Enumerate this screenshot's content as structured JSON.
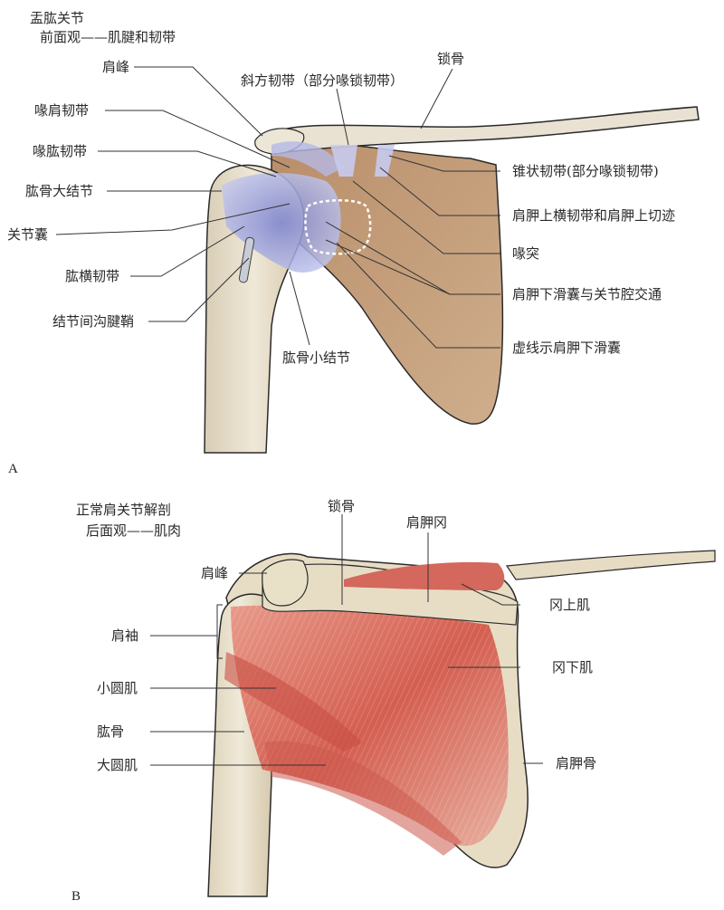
{
  "panel_a": {
    "letter": "A",
    "title_line1": "盂肱关节",
    "title_line2": "前面观——肌腱和韧带",
    "labels": {
      "acromion": "肩峰",
      "oblique_ligament": "斜方韧带（部分喙锁韧带）",
      "clavicle": "锁骨",
      "coracoacromial_ligament": "喙肩韧带",
      "coracohumeral_ligament": "喙肱韧带",
      "greater_tubercle": "肱骨大结节",
      "joint_capsule": "关节囊",
      "transverse_humeral_ligament": "肱横韧带",
      "intertubercular_sheath": "结节间沟腱鞘",
      "lesser_tubercle": "肱骨小结节",
      "conoid_ligament": "锥状韧带(部分喙锁韧带)",
      "superior_transverse_scapular_ligament": "肩胛上横韧带和肩胛上切迹",
      "coracoid_process": "喙突",
      "subscapular_bursa_communication": "肩胛下滑囊与关节腔交通",
      "dashed_subscapular_bursa": "虚线示肩胛下滑囊"
    }
  },
  "panel_b": {
    "letter": "B",
    "title_line1": "正常肩关节解剖",
    "title_line2": "后面观——肌肉",
    "labels": {
      "clavicle": "锁骨",
      "scapular_spine": "肩胛冈",
      "acromion": "肩峰",
      "supraspinatus": "冈上肌",
      "rotator_cuff": "肩袖",
      "infraspinatus": "冈下肌",
      "teres_minor": "小圆肌",
      "humerus": "肱骨",
      "teres_major": "大圆肌",
      "scapula": "肩胛骨"
    }
  },
  "colors": {
    "bone": "#e6dcc4",
    "scapula_anterior": "#c9a27e",
    "ligament_blue": "#8c93d4",
    "muscle_red": "#d9675a",
    "leader_line": "#333333"
  }
}
